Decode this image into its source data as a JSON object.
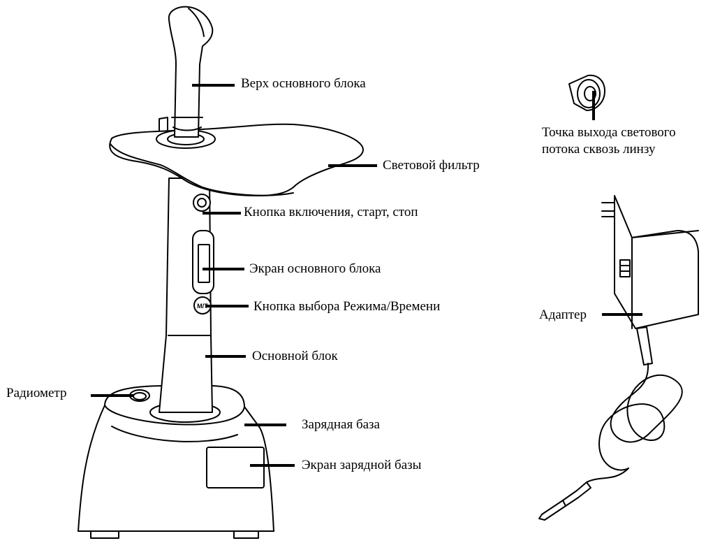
{
  "labels": {
    "top": "Верх основного блока",
    "filter": "Световой фильтр",
    "power": "Кнопка включения, старт, стоп",
    "main_screen": "Экран основного блока",
    "mode_button": "Кнопка выбора Режима/Времени",
    "main_unit": "Основной блок",
    "radiometer": "Радиометр",
    "charging_base": "Зарядная база",
    "base_screen": "Экран зарядной базы",
    "light_exit": "Точка выхода светового потока сквозь линзу",
    "adapter": "Адаптер"
  },
  "button_glyph": "M/T",
  "colors": {
    "ink": "#000000",
    "paper": "#ffffff"
  }
}
